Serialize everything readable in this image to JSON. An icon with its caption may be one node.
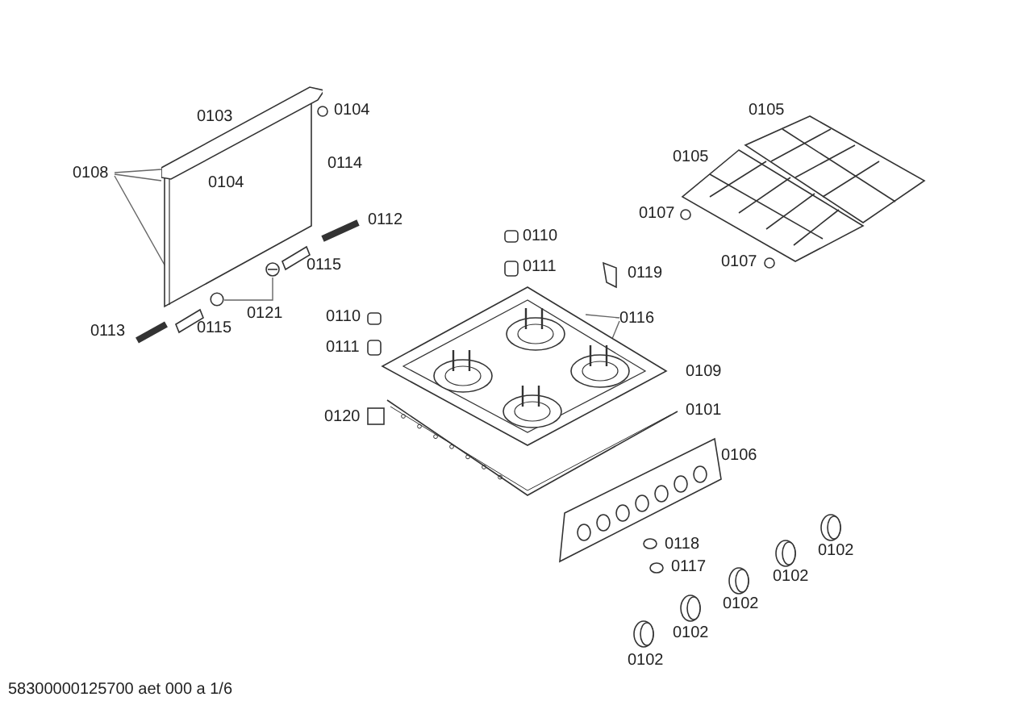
{
  "diagram": {
    "nodes": [
      {
        "text": [
          "0108"
        ]
      },
      {
        "text": [],
        "shape": "picture",
        "beside": [
          "0114"
        ]
      },
      {
        "text": [
          "0116"
        ]
      },
      {
        "text": [],
        "shape": "picture",
        "beside": [
          "0109",
          "0101"
        ]
      },
      {
        "text": [],
        "shape": "picture"
      },
      {
        "text": [],
        "shape": "circle"
      }
    ],
    "edges": [
      {
        "from": 0,
        "to": 1,
        "arrow": "none"
      },
      {
        "from": 0,
        "to": 1,
        "arrow": "none"
      },
      {
        "from": 0,
        "to": 1,
        "arrow": "none"
      },
      {
        "from": 2,
        "to": 3,
        "arrow": "none"
      },
      {
        "from": 2,
        "to": 3,
        "arrow": "none"
      },
      {
        "from": 4,
        "to": 5,
        "arrow": "none",
        "label": "0121"
      }
    ],
    "labels": [
      "0103",
      "0104",
      "0105",
      "0105",
      "0104",
      "0112",
      "0107",
      "0110",
      "0111",
      "0115",
      "0119",
      "0107",
      "0110",
      "0111",
      "0115",
      "0113",
      "0120",
      "0106",
      "0118",
      "0102",
      "0117",
      "0102",
      "0102",
      "0102",
      "0102",
      "58300000125700 aet 000 a 1/6"
    ]
  }
}
